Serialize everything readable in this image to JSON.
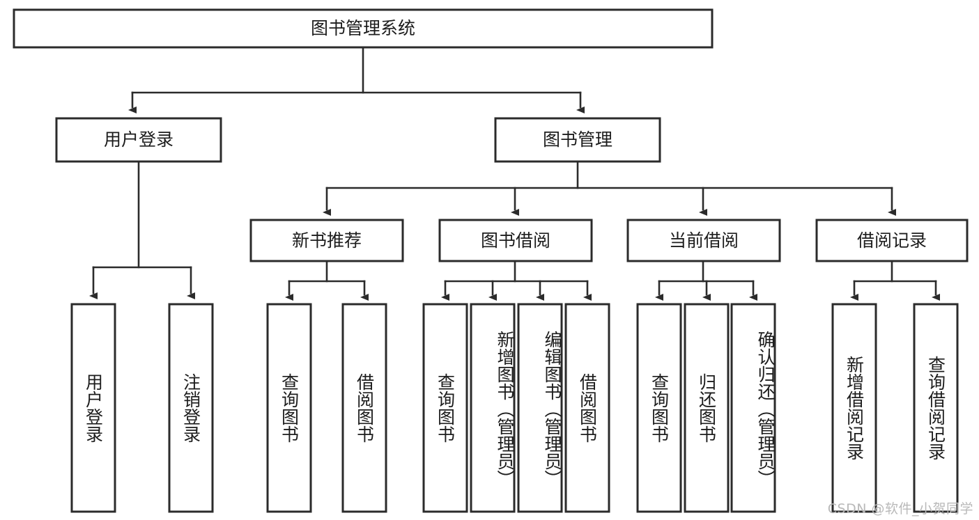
{
  "diagram": {
    "title": "图书管理系统",
    "type": "tree-hierarchy",
    "orientation": "top-down",
    "root": {
      "id": "root",
      "label": "图书管理系统",
      "level": 0
    },
    "level1": [
      {
        "id": "user-login",
        "label": "用户登录",
        "level": 1
      },
      {
        "id": "book-manage",
        "label": "图书管理",
        "level": 1
      }
    ],
    "level2": [
      {
        "id": "new-book-rec",
        "label": "新书推荐",
        "level": 2,
        "parent": "book-manage"
      },
      {
        "id": "book-borrow",
        "label": "图书借阅",
        "level": 2,
        "parent": "book-manage"
      },
      {
        "id": "current-borrow",
        "label": "当前借阅",
        "level": 2,
        "parent": "book-manage"
      },
      {
        "id": "borrow-record",
        "label": "借阅记录",
        "level": 2,
        "parent": "book-manage"
      }
    ],
    "leaves": {
      "user_login": [
        {
          "id": "leaf-user-login",
          "label": "用户登录"
        },
        {
          "id": "leaf-logout",
          "label": "注销登录"
        }
      ],
      "new_book_rec": [
        {
          "id": "leaf-query-book-1",
          "label": "查询图书"
        },
        {
          "id": "leaf-borrow-book-1",
          "label": "借阅图书"
        }
      ],
      "book_borrow": [
        {
          "id": "leaf-query-book-2",
          "label": "查询图书"
        },
        {
          "id": "leaf-add-book",
          "label": "新增图书（管理员）"
        },
        {
          "id": "leaf-edit-book",
          "label": "编辑图书（管理员）"
        },
        {
          "id": "leaf-borrow-book-2",
          "label": "借阅图书"
        }
      ],
      "current_borrow": [
        {
          "id": "leaf-query-book-3",
          "label": "查询图书"
        },
        {
          "id": "leaf-return-book",
          "label": "归还图书"
        },
        {
          "id": "leaf-confirm-return",
          "label": "确认归还（管理员）"
        }
      ],
      "borrow_record": [
        {
          "id": "leaf-add-record",
          "label": "新增借阅记录"
        },
        {
          "id": "leaf-query-record",
          "label": "查询借阅记录"
        }
      ]
    }
  },
  "watermark": {
    "text": "CSDN @软件_小贺同学"
  },
  "colors": {
    "background": "#ffffff",
    "box_fill": "#ffffff",
    "box_stroke": "#2b2b2b",
    "connector": "#2b2b2b",
    "text": "#1c1c1c",
    "watermark": "#b9b9b9"
  }
}
